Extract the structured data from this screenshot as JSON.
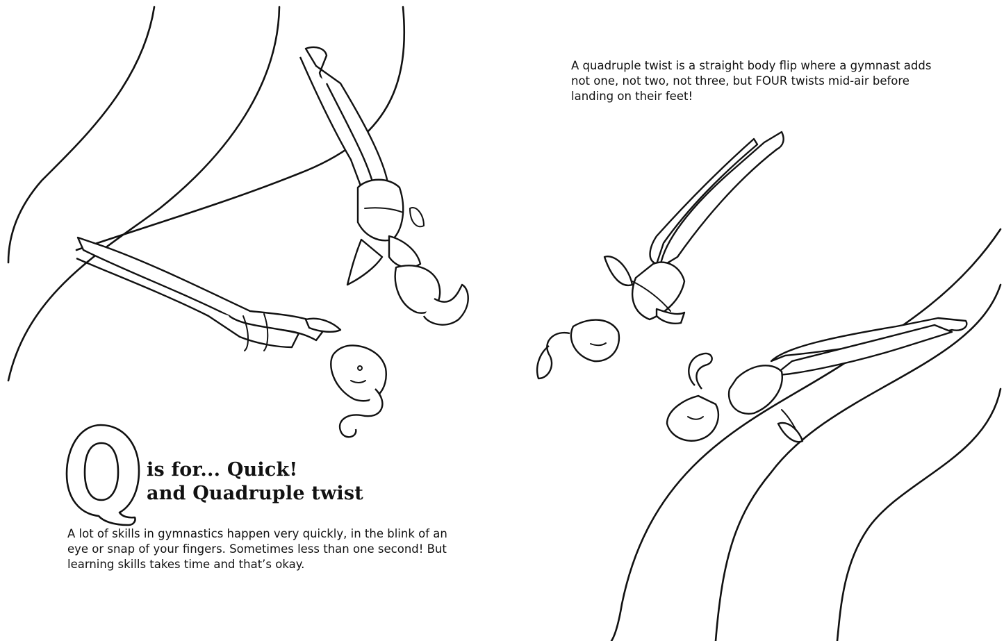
{
  "heading": {
    "letter": "Q",
    "line1": "is for... Quick!",
    "line2": "and Quadruple twist"
  },
  "fact_text": "A quadruple twist is a straight body flip where a gymnast adds not one, not two, not three, but FOUR twists mid-air before landing on their feet!",
  "intro_text": "A lot of skills in gymnastics happen very quickly, in the blink of an eye or snap of your fingers. Sometimes less than one second! But learning skills takes time and that’s okay.",
  "illustration": {
    "icon": "gymnast-twist-sequence-line-art",
    "style": "black line art on white (coloring page)"
  }
}
